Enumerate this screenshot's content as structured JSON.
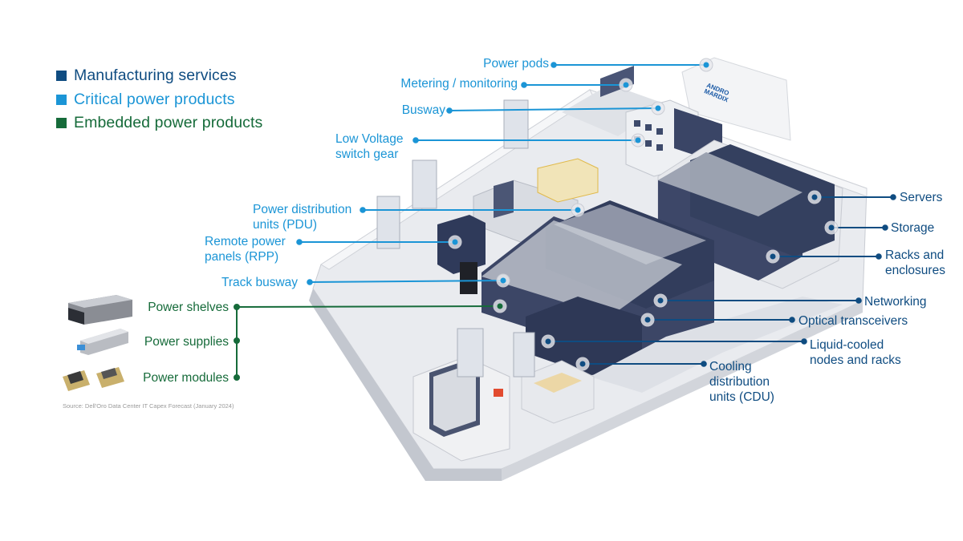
{
  "legend": [
    {
      "label": "Manufacturing services",
      "color": "#0f4c81"
    },
    {
      "label": "Critical power products",
      "color": "#1b95d6"
    },
    {
      "label": "Embedded power products",
      "color": "#166b3a"
    }
  ],
  "callouts": {
    "critical_power": [
      {
        "label": "Power pods"
      },
      {
        "label": "Metering / monitoring"
      },
      {
        "label": "Busway"
      },
      {
        "label_line1": "Low Voltage",
        "label_line2": "switch gear"
      },
      {
        "label_line1": "Power distribution",
        "label_line2": "units (PDU)"
      },
      {
        "label_line1": "Remote power",
        "label_line2": "panels (RPP)"
      },
      {
        "label": "Track busway"
      }
    ],
    "manufacturing": [
      {
        "label": "Servers"
      },
      {
        "label": "Storage"
      },
      {
        "label_line1": "Racks and",
        "label_line2": "enclosures"
      },
      {
        "label": "Networking"
      },
      {
        "label": "Optical transceivers"
      },
      {
        "label_line1": "Liquid-cooled",
        "label_line2": "nodes and racks"
      },
      {
        "label_line1": "Cooling",
        "label_line2": "distribution",
        "label_line3": "units (CDU)"
      }
    ],
    "embedded_power": [
      {
        "label": "Power shelves"
      },
      {
        "label": "Power supplies"
      },
      {
        "label": "Power modules"
      }
    ]
  },
  "building": {
    "logo_line1": "ANDRO",
    "logo_line2": "MARDIX"
  },
  "source": "Source: Dell'Oro Data Center IT Capex Forecast (January 2024)"
}
